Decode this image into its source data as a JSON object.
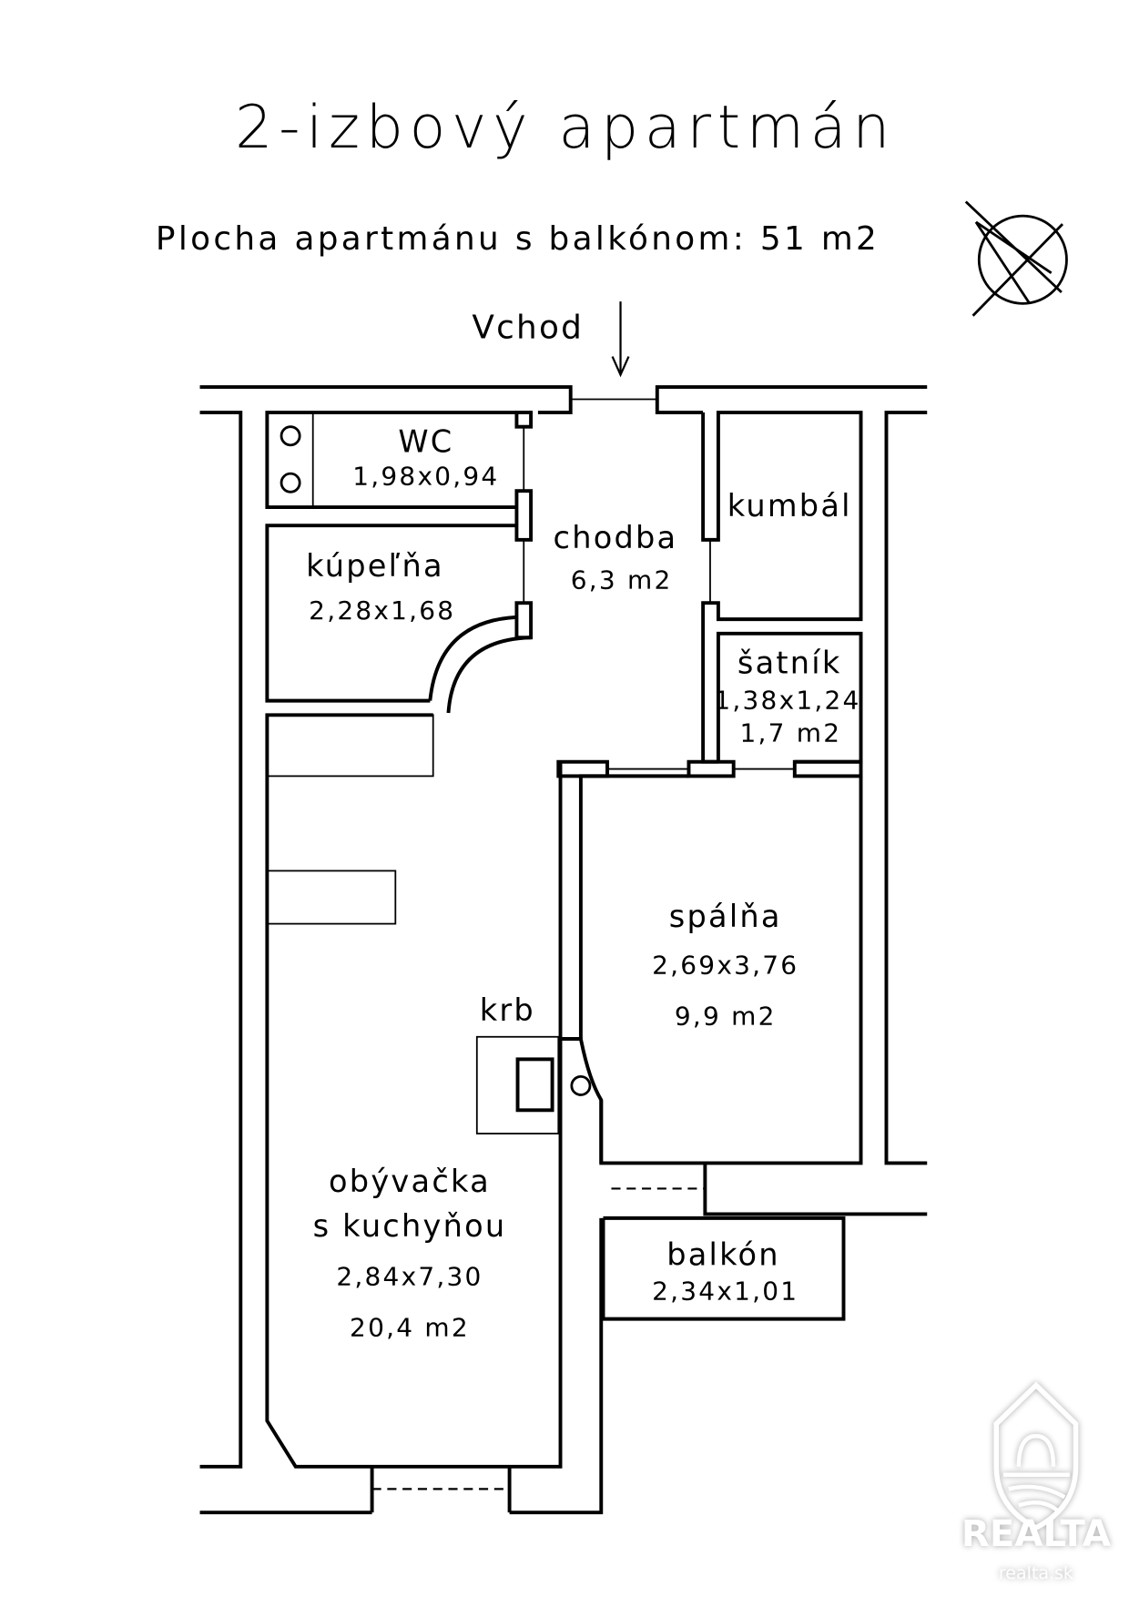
{
  "title": "2-izbový apartmán",
  "area_summary": "Plocha apartmánu s balkónom: 51 m2",
  "entrance": "Vchod",
  "rooms": {
    "wc": {
      "name": "WC",
      "dims": "1,98x0,94"
    },
    "bathroom": {
      "name": "kúpeľňa",
      "dims": "2,28x1,68"
    },
    "hallway": {
      "name": "chodba",
      "area": "6,3 m2"
    },
    "storage": {
      "name": "kumbál"
    },
    "wardrobe": {
      "name": "šatník",
      "dims": "1,38x1,24",
      "area": "1,7 m2"
    },
    "bedroom": {
      "name": "spálňa",
      "dims": "2,69x3,76",
      "area": "9,9 m2"
    },
    "fireplace": {
      "name": "krb"
    },
    "living": {
      "name_line1": "obývačka",
      "name_line2": "s kuchyňou",
      "dims": "2,84x7,30",
      "area": "20,4 m2"
    },
    "balcony": {
      "name": "balkón",
      "dims": "2,34x1,01"
    }
  },
  "logo": {
    "brand": "REALTA",
    "url": "realta.sk"
  }
}
